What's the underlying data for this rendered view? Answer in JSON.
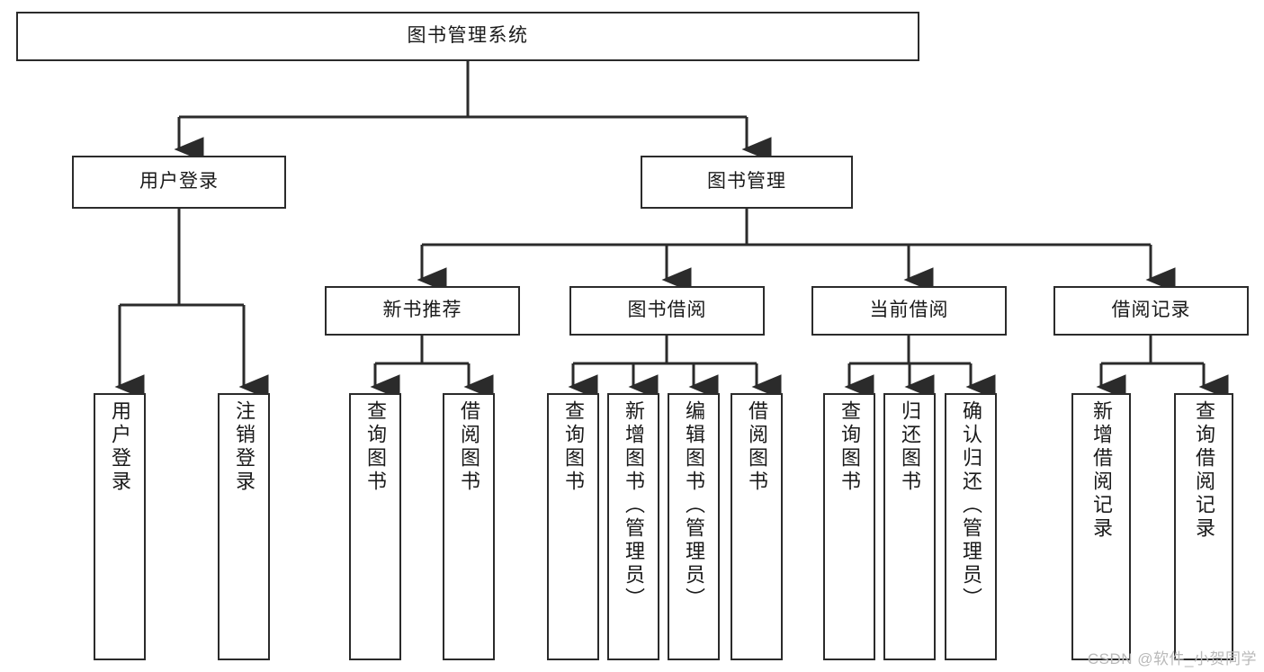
{
  "diagram": {
    "type": "tree",
    "title": "图书管理系统",
    "orientation": "top-down",
    "colors": {
      "box_border": "#2b2b2b",
      "box_fill": "#ffffff",
      "connector": "#2b2b2b",
      "text": "#1a1a1a",
      "watermark": "#b9b9b9"
    },
    "nodes": {
      "root": {
        "label": "图书管理系统"
      },
      "level1": [
        {
          "label": "用户登录"
        },
        {
          "label": "图书管理"
        }
      ],
      "level2": [
        {
          "label": "新书推荐"
        },
        {
          "label": "图书借阅"
        },
        {
          "label": "当前借阅"
        },
        {
          "label": "借阅记录"
        }
      ],
      "leaves": {
        "user_login": [
          {
            "label": "用户登录"
          },
          {
            "label": "注销登录"
          }
        ],
        "new_book_recommend": [
          {
            "label": "查询图书"
          },
          {
            "label": "借阅图书"
          }
        ],
        "book_borrow": [
          {
            "label": "查询图书"
          },
          {
            "label": "新增图书（管理员）"
          },
          {
            "label": "编辑图书（管理员）"
          },
          {
            "label": "借阅图书"
          }
        ],
        "current_borrow": [
          {
            "label": "查询图书"
          },
          {
            "label": "归还图书"
          },
          {
            "label": "确认归还（管理员）"
          }
        ],
        "borrow_record": [
          {
            "label": "新增借阅记录"
          },
          {
            "label": "查询借阅记录"
          }
        ]
      }
    }
  },
  "watermark": {
    "text": "CSDN @软件_小贺同学"
  }
}
